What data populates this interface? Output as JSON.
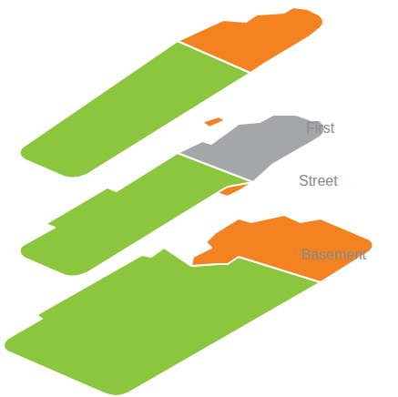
{
  "diagram": {
    "labels": [
      "First",
      "Street",
      "Basement"
    ]
  }
}
